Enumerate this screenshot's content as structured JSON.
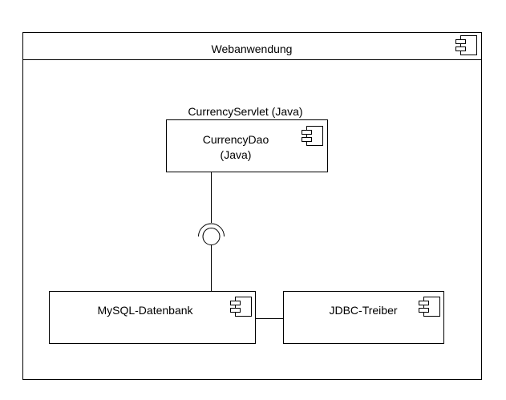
{
  "colors": {
    "stroke": "#000000",
    "fill": "#ffffff",
    "text": "#000000"
  },
  "webapp": {
    "title": "Webanwendung",
    "icon": "component-icon"
  },
  "servlet": {
    "label": "CurrencyServlet (Java)"
  },
  "dao": {
    "line1": "CurrencyDao",
    "line2": "(Java)",
    "icon": "component-icon"
  },
  "mysql": {
    "label": "MySQL-Datenbank",
    "icon": "component-icon"
  },
  "jdbc": {
    "label": "JDBC-Treiber",
    "icon": "component-icon"
  },
  "interface": {
    "icon": "ball-and-socket-icon"
  }
}
